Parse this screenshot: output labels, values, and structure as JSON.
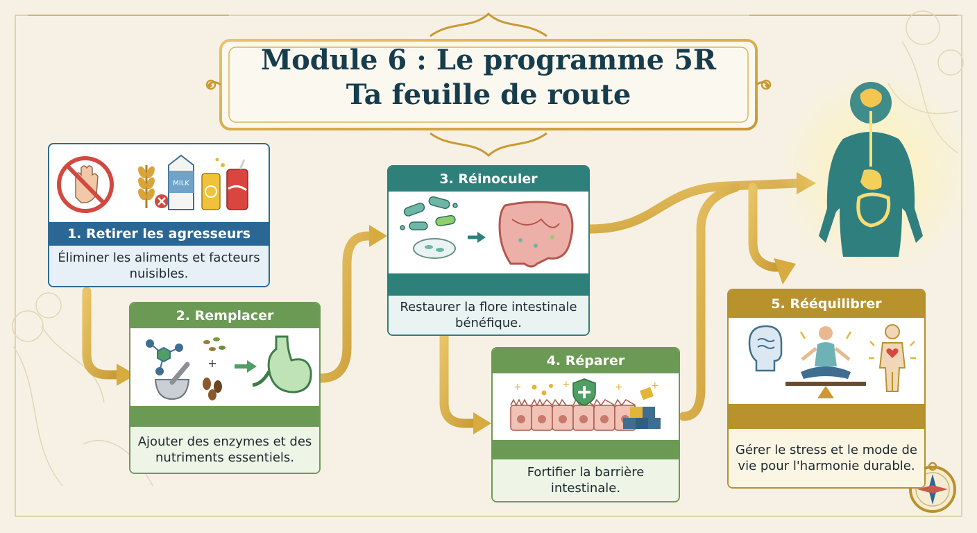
{
  "title": {
    "line1": "Module 6 : Le programme 5R",
    "line2": "Ta feuille de route"
  },
  "steps": [
    {
      "label": "1. Retirer les agresseurs",
      "description": "Éliminer les aliments et facteurs nuisibles.",
      "icon_text": "MILK"
    },
    {
      "label": "2. Remplacer",
      "description": "Ajouter des enzymes et des nutriments essentiels."
    },
    {
      "label": "3. Réinoculer",
      "description": "Restaurer la flore intestinale bénéfique."
    },
    {
      "label": "4. Réparer",
      "description": "Fortifier la barrière intestinale."
    },
    {
      "label": "5. Rééquilibrer",
      "description": "Gérer le stress et le mode de vie pour l'harmonie durable."
    }
  ],
  "colors": {
    "blue": "#2a6794",
    "green": "#6b9a55",
    "teal": "#2e807b",
    "gold": "#b8922d",
    "arrow": "#d5a940",
    "navy": "#173d4d"
  },
  "icons": [
    "stop-hand-icon",
    "wheat-icon",
    "milk-carton-icon",
    "soda-can-icon",
    "molecule-icon",
    "mortar-icon",
    "seeds-icon",
    "stomach-icon",
    "bacteria-icon",
    "petri-dish-icon",
    "intestine-icon",
    "intestinal-cells-icon",
    "shield-plus-icon",
    "building-blocks-icon",
    "head-icon",
    "meditation-icon",
    "person-heart-icon",
    "human-body-icon",
    "compass-icon"
  ]
}
